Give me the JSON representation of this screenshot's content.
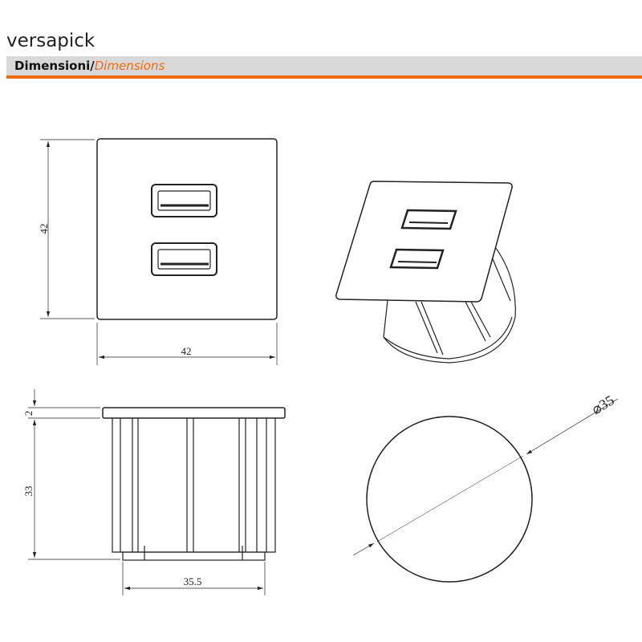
{
  "header": {
    "title": "versapick",
    "section_it": "Dimensioni/",
    "section_en": "Dimensions"
  },
  "colors": {
    "accent": "#f26a10",
    "bar": "#d9d9d9"
  },
  "dimensions": {
    "front_height": "42",
    "front_width": "42",
    "plate_thickness": "2",
    "body_depth": "33",
    "body_width": "35.5",
    "hole_diameter": "⌀35"
  }
}
